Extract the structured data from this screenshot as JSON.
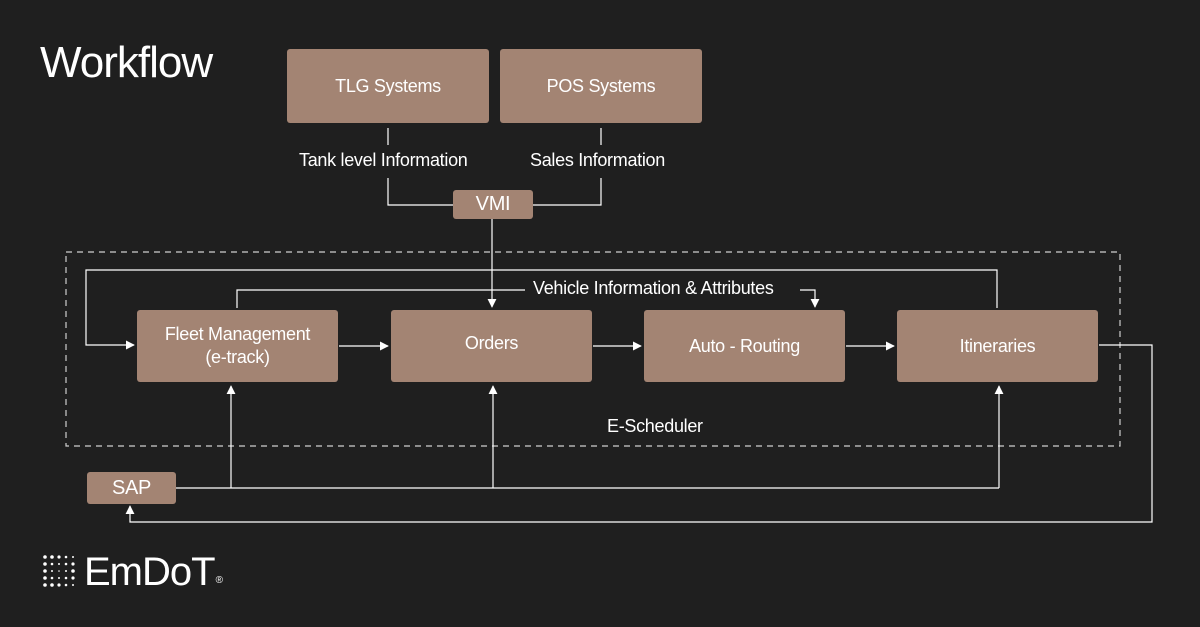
{
  "title": "Workflow",
  "nodes": {
    "tlg": "TLG Systems",
    "pos": "POS Systems",
    "vmi": "VMI",
    "fleet_line1": "Fleet Management",
    "fleet_line2": "(e-track)",
    "orders": "Orders",
    "auto_routing": "Auto - Routing",
    "itineraries": "Itineraries",
    "sap": "SAP"
  },
  "edge_labels": {
    "tank_level": "Tank level Information",
    "sales": "Sales Information",
    "vehicle_info": "Vehicle Information & Attributes"
  },
  "group_label": "E-Scheduler",
  "logo": {
    "text": "EmDoT",
    "reg": "®"
  },
  "colors": {
    "background": "#1f1f1f",
    "node_fill": "#a38473",
    "line": "#ffffff"
  }
}
